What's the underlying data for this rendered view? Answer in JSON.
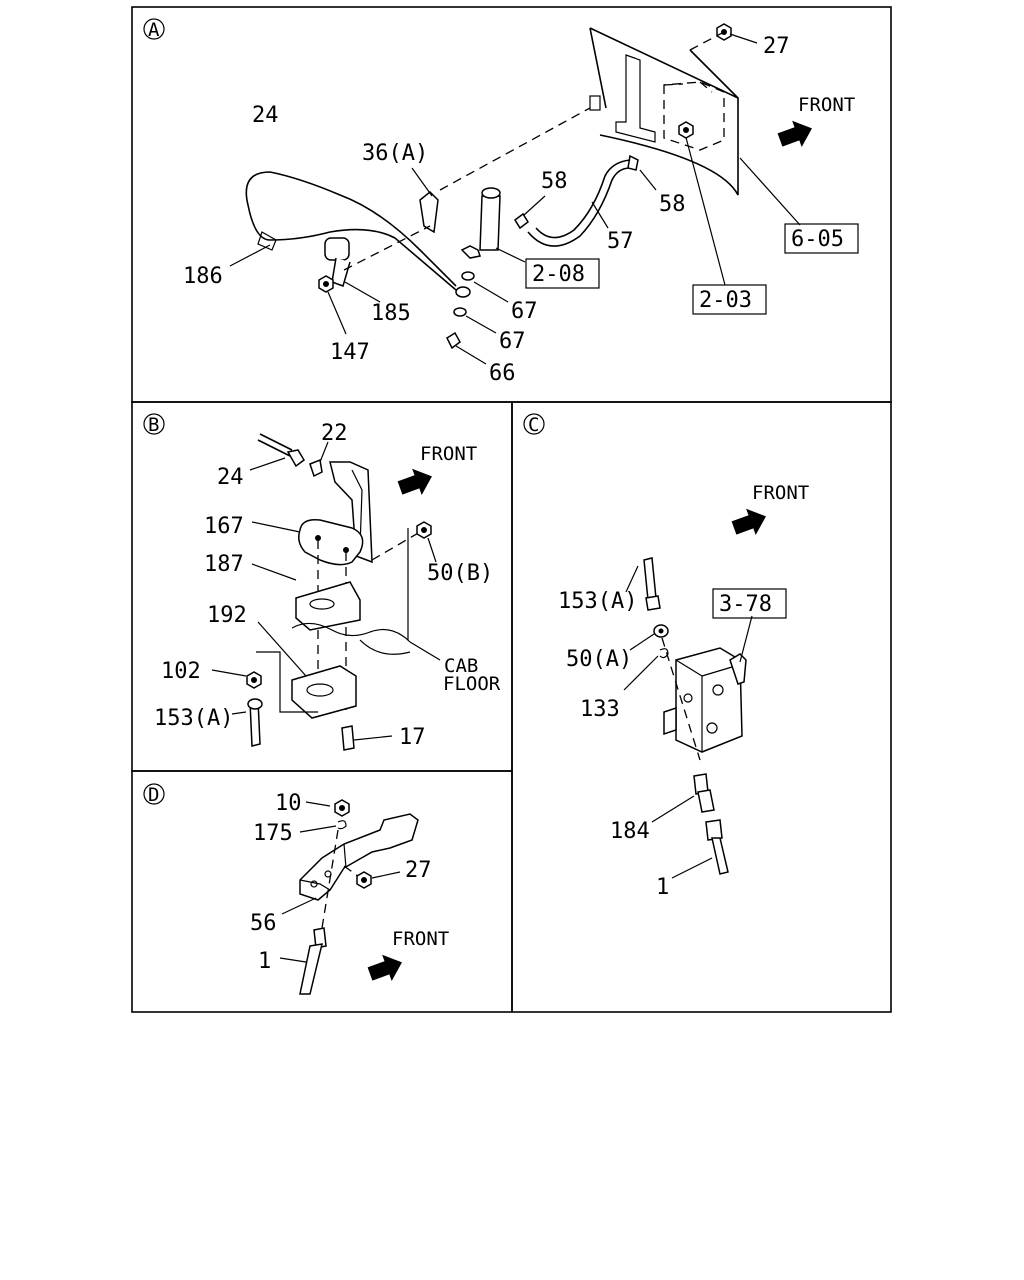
{
  "panels": {
    "a": {
      "marker": "A",
      "front": "FRONT",
      "labels": {
        "l27": "27",
        "l24": "24",
        "l36a": "36(A)",
        "l58a": "58",
        "l58b": "58",
        "l57": "57",
        "l186": "186",
        "l185": "185",
        "l147": "147",
        "l67a": "67",
        "l67b": "67",
        "l66": "66"
      },
      "refs": {
        "r208": "2-08",
        "r203": "2-03",
        "r605": "6-05"
      }
    },
    "b": {
      "marker": "B",
      "front": "FRONT",
      "cab1": "CAB",
      "cab2": "FLOOR",
      "labels": {
        "l22": "22",
        "l24": "24",
        "l167": "167",
        "l187": "187",
        "l50b": "50(B)",
        "l192": "192",
        "l102": "102",
        "l153a": "153(A)",
        "l17": "17"
      }
    },
    "c": {
      "marker": "C",
      "front": "FRONT",
      "labels": {
        "l153a": "153(A)",
        "l50a": "50(A)",
        "l133": "133",
        "l184": "184",
        "l1": "1"
      },
      "refs": {
        "r378": "3-78"
      }
    },
    "d": {
      "marker": "D",
      "front": "FRONT",
      "labels": {
        "l10": "10",
        "l175": "175",
        "l27": "27",
        "l56": "56",
        "l1": "1"
      }
    }
  }
}
